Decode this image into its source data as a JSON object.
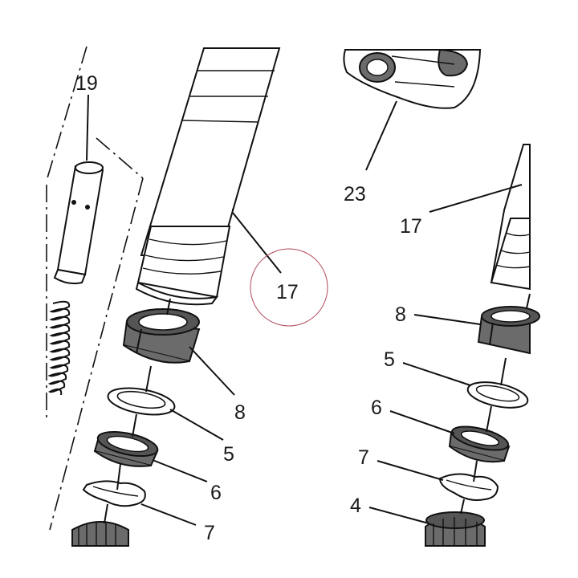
{
  "diagram": {
    "callouts": [
      {
        "id": "c19",
        "text": "19"
      },
      {
        "id": "c17-left",
        "text": "17"
      },
      {
        "id": "c17-circled",
        "text": "17"
      },
      {
        "id": "c8-left",
        "text": "8"
      },
      {
        "id": "c5-left",
        "text": "5"
      },
      {
        "id": "c6-left",
        "text": "6"
      },
      {
        "id": "c7-left",
        "text": "7"
      },
      {
        "id": "c23",
        "text": "23"
      },
      {
        "id": "c17-right",
        "text": "17"
      },
      {
        "id": "c8-right",
        "text": "8"
      },
      {
        "id": "c5-right",
        "text": "5"
      },
      {
        "id": "c6-right",
        "text": "6"
      },
      {
        "id": "c7-right",
        "text": "7"
      },
      {
        "id": "c4-right",
        "text": "4"
      }
    ],
    "colors": {
      "line": "#111111",
      "part_dark": "#6b6b6b",
      "highlight_circle": "#b0485a"
    }
  }
}
